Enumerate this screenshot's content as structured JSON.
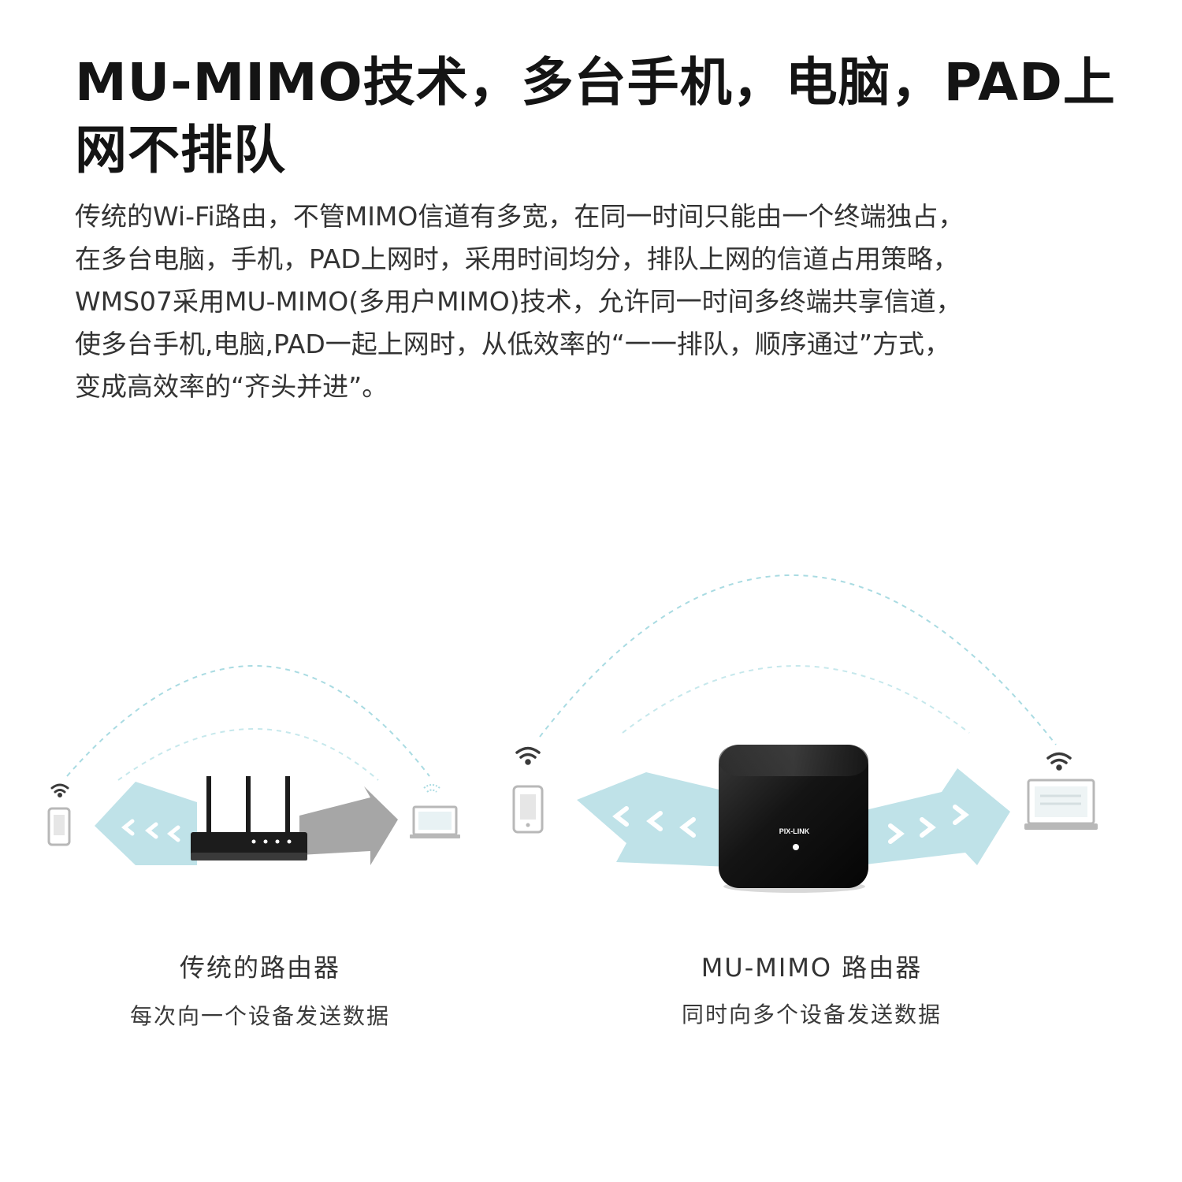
{
  "headline": "MU-MIMO技术，多台手机，电脑，PAD上网不排队",
  "body_lines": [
    "传统的Wi-Fi路由，不管MIMO信道有多宽，在同一时间只能由一个终端独占，",
    "在多台电脑，手机，PAD上网时，采用时间均分，排队上网的信道占用策略，",
    "WMS07采用MU-MIMO(多用户MIMO)技术，允许同一时间多终端共享信道，",
    "使多台手机,电脑,PAD一起上网时，从低效率的“一一排队，顺序通过”方式，",
    "变成高效率的“齐头并进”。"
  ],
  "left_panel": {
    "title": "传统的路由器",
    "subtitle": "每次向一个设备发送数据"
  },
  "right_panel": {
    "title": "MU-MIMO 路由器",
    "subtitle": "同时向多个设备发送数据",
    "device_brand": "PIX-LINK"
  },
  "colors": {
    "arrow_active": "#bfe2e8",
    "arrow_inactive": "#a6a6a6",
    "dashed_arc": "#a9dbe2",
    "device_outline": "#b8b8b8",
    "router_body": "#1c1c1c"
  },
  "icons": [
    "wifi-icon",
    "phone-icon",
    "laptop-icon",
    "router-icon",
    "chevron-icon"
  ]
}
